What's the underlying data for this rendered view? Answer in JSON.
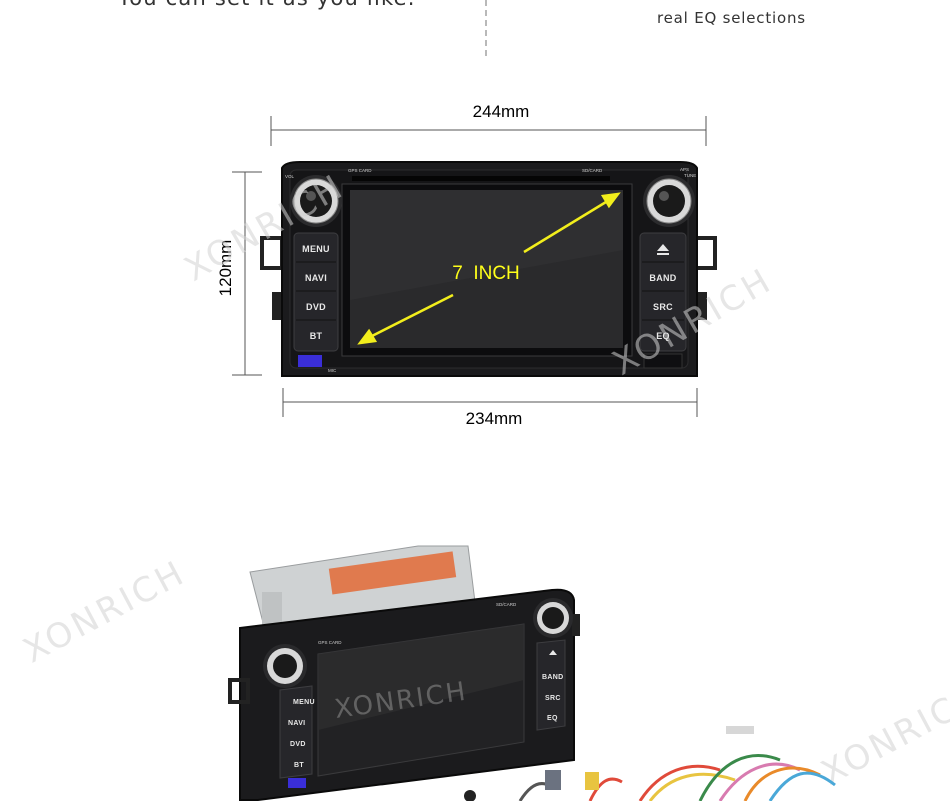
{
  "header": {
    "left_text": "You can set it as you like.",
    "right_text": "real EQ selections"
  },
  "dimensions": {
    "top_width": "244mm",
    "bottom_width": "234mm",
    "height": "120mm"
  },
  "unit": {
    "screen_size": "7  INCH",
    "left_buttons": [
      "MENU",
      "NAVI",
      "DVD",
      "BT"
    ],
    "right_buttons": [
      "BAND",
      "SRC",
      "EQ"
    ],
    "gps_card_label": "GPS CARD",
    "sd_card_label": "SD/CARD",
    "mic_label": "MIC",
    "aps_label": "APS",
    "tune_label": "TUNE",
    "vol_label": "VOL"
  },
  "watermark": "XONRICH",
  "colors": {
    "arrow": "#f2ee1c",
    "screen_label": "#ffff1a",
    "body": "#1b1b1d"
  }
}
